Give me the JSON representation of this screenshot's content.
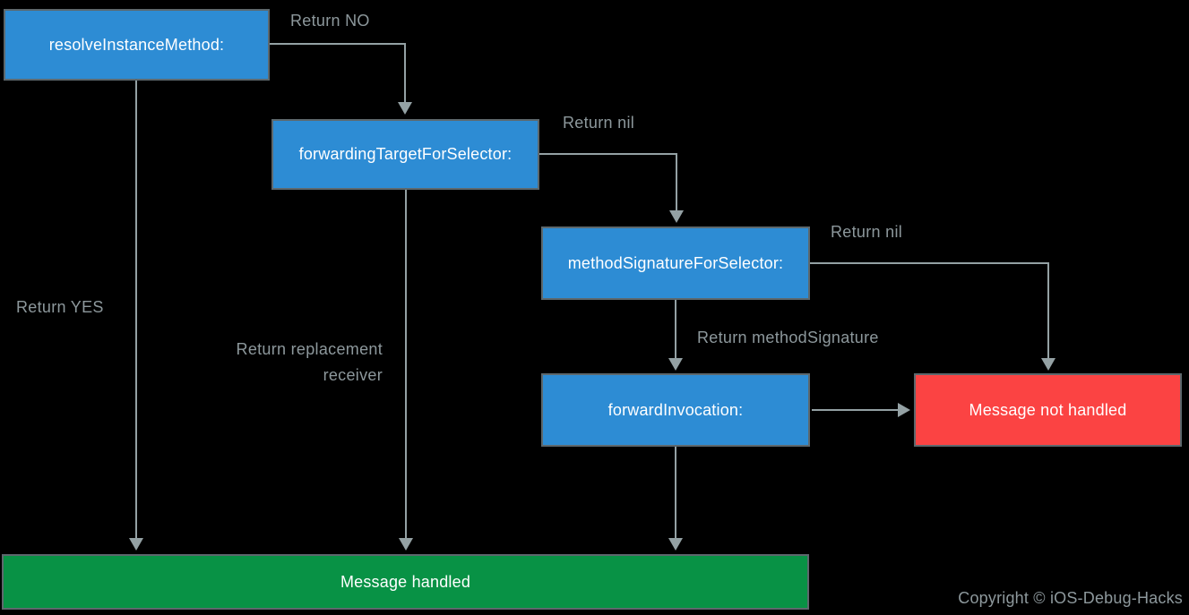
{
  "diagram": {
    "nodes": {
      "resolve_instance_method": {
        "label": "resolveInstanceMethod:",
        "color": "#2d8cd4"
      },
      "forwarding_target_for_selector": {
        "label": "forwardingTargetForSelector:",
        "color": "#2d8cd4"
      },
      "method_signature_for_selector": {
        "label": "methodSignatureForSelector:",
        "color": "#2d8cd4"
      },
      "forward_invocation": {
        "label": "forwardInvocation:",
        "color": "#2d8cd4"
      },
      "message_not_handled": {
        "label": "Message not handled",
        "color": "#fb4343"
      },
      "message_handled": {
        "label": "Message handled",
        "color": "#089245"
      }
    },
    "edge_labels": {
      "return_no": "Return NO",
      "return_nil_from_forwarding_target": "Return nil",
      "return_nil_from_method_signature": "Return nil",
      "return_yes": "Return YES",
      "return_replacement_line1": "Return replacement",
      "return_replacement_line2": "receiver",
      "return_method_signature": "Return methodSignature"
    },
    "footer": {
      "copyright": "Copyright © iOS-Debug-Hacks"
    },
    "colors": {
      "node_blue": "#2d8cd4",
      "node_red": "#fb4343",
      "node_green": "#089245",
      "node_border": "#5d686d",
      "arrow_line": "#94a1a4",
      "edge_label_text": "#8d989c",
      "node_text": "#ffffff",
      "background": "#000000"
    }
  }
}
